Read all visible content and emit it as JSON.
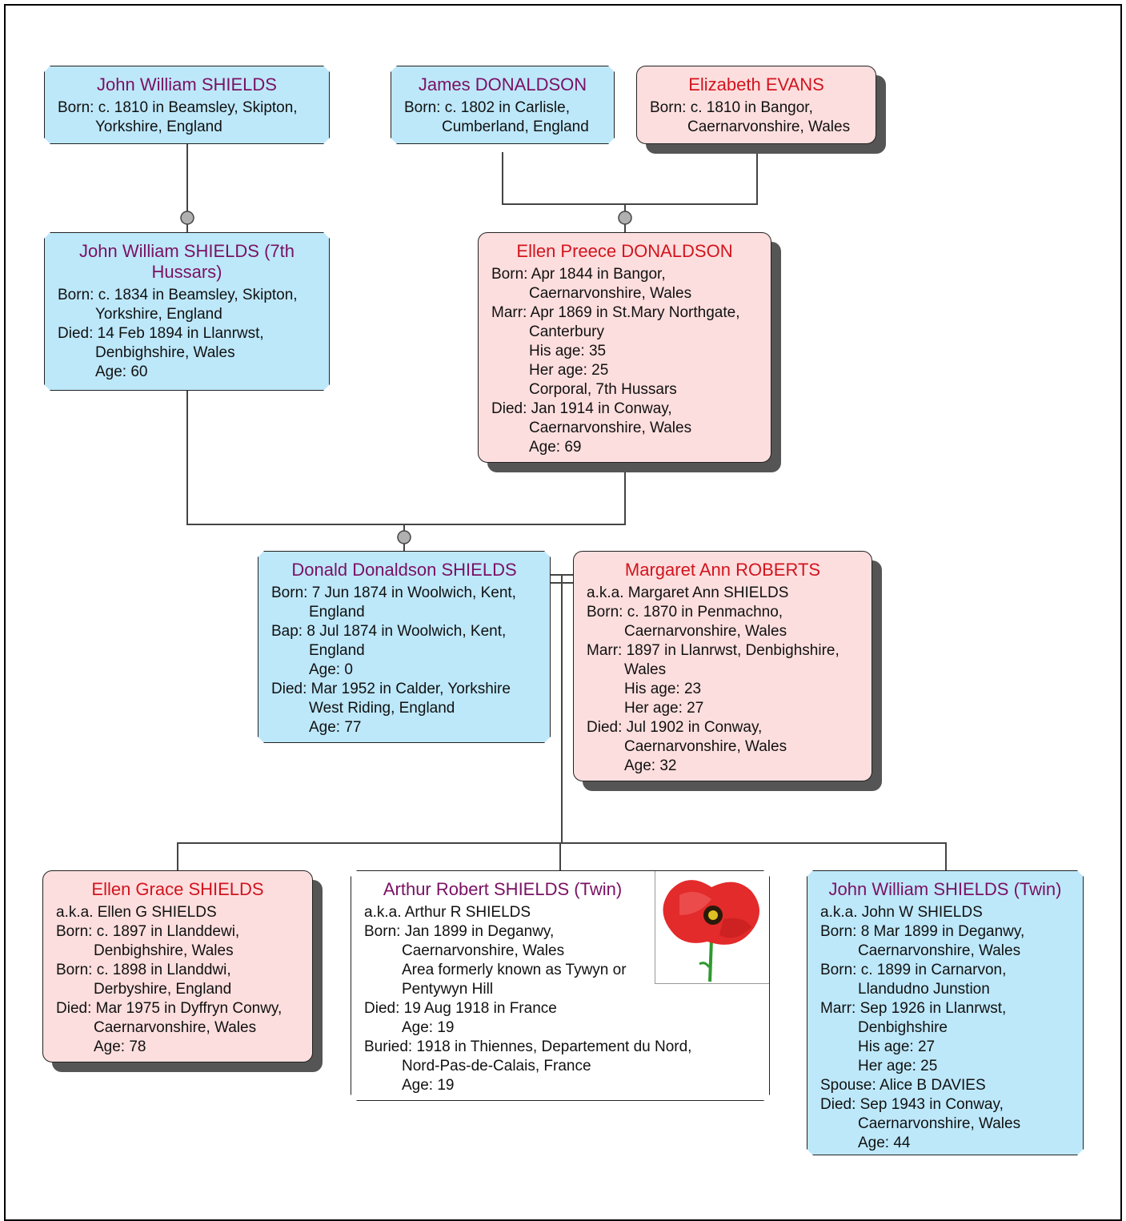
{
  "people": {
    "p1": {
      "name": "John William SHIELDS",
      "lines": [
        "Born: c. 1810 in Beamsley, Skipton,",
        "Yorkshire, England"
      ]
    },
    "p2": {
      "name": "James DONALDSON",
      "lines": [
        "Born: c. 1802 in Carlisle,",
        "Cumberland, England"
      ]
    },
    "p3": {
      "name": "Elizabeth EVANS",
      "lines": [
        "Born: c. 1810 in Bangor,",
        "Caernarvonshire, Wales"
      ]
    },
    "p4": {
      "name": "John William SHIELDS (7th Hussars)",
      "lines": [
        "Born: c. 1834 in Beamsley, Skipton,",
        "Yorkshire, England",
        "Died: 14 Feb 1894 in Llanrwst,",
        "Denbighshire, Wales",
        "Age: 60"
      ]
    },
    "p5": {
      "name": "Ellen Preece DONALDSON",
      "lines": [
        "Born: Apr 1844 in Bangor,",
        "Caernarvonshire, Wales",
        "Marr: Apr 1869 in St.Mary Northgate,",
        "Canterbury",
        "His age: 35",
        "Her age: 25",
        "Corporal, 7th Hussars",
        "Died: Jan 1914 in Conway,",
        "Caernarvonshire, Wales",
        "Age: 69"
      ]
    },
    "p6": {
      "name": "Donald Donaldson SHIELDS",
      "lines": [
        "Born: 7 Jun 1874 in Woolwich, Kent,",
        "England",
        "Bap: 8 Jul 1874 in Woolwich, Kent,",
        "England",
        "Age: 0",
        "Died: Mar 1952 in Calder, Yorkshire",
        "West Riding, England",
        "Age: 77"
      ]
    },
    "p7": {
      "name": "Margaret Ann ROBERTS",
      "lines": [
        "a.k.a. Margaret Ann SHIELDS",
        "Born: c. 1870 in Penmachno,",
        "Caernarvonshire, Wales",
        "Marr: 1897 in Llanrwst, Denbighshire,",
        "Wales",
        "His age: 23",
        "Her age: 27",
        "Died: Jul 1902 in Conway,",
        "Caernarvonshire, Wales",
        "Age: 32"
      ]
    },
    "p8": {
      "name": "Ellen Grace SHIELDS",
      "lines": [
        "a.k.a. Ellen G SHIELDS",
        "Born: c. 1897 in Llanddewi,",
        "Denbighshire, Wales",
        "Born: c. 1898 in Llanddwi,",
        "Derbyshire, England",
        "Died: Mar 1975 in Dyffryn Conwy,",
        "Caernarvonshire, Wales",
        "Age: 78"
      ]
    },
    "p9": {
      "name": "Arthur Robert SHIELDS (Twin)",
      "lines": [
        "a.k.a. Arthur R SHIELDS",
        "Born: Jan 1899 in Deganwy,",
        "Caernarvonshire, Wales",
        "Area formerly known as Tywyn or",
        "Pentywyn Hill",
        "Died: 19 Aug 1918 in France",
        "Age: 19",
        "Buried: 1918 in Thiennes, Departement du Nord,",
        "Nord-Pas-de-Calais, France",
        "Age: 19"
      ]
    },
    "p10": {
      "name": "John William SHIELDS (Twin)",
      "lines": [
        "a.k.a. John W SHIELDS",
        "Born: 8 Mar 1899 in Deganwy,",
        "Caernarvonshire, Wales",
        "Born: c. 1899 in Carnarvon,",
        "Llandudno Junstion",
        "Marr: Sep 1926 in Llanrwst,",
        "Denbighshire",
        "His age: 27",
        "Her age: 25",
        "Spouse: Alice B DAVIES",
        "Died: Sep 1943 in Conway,",
        "Caernarvonshire, Wales",
        "Age: 44"
      ]
    }
  },
  "colors": {
    "male": "#bde8fa",
    "female": "#fddede",
    "line": "#444444",
    "connector": "#b0b0b0"
  }
}
